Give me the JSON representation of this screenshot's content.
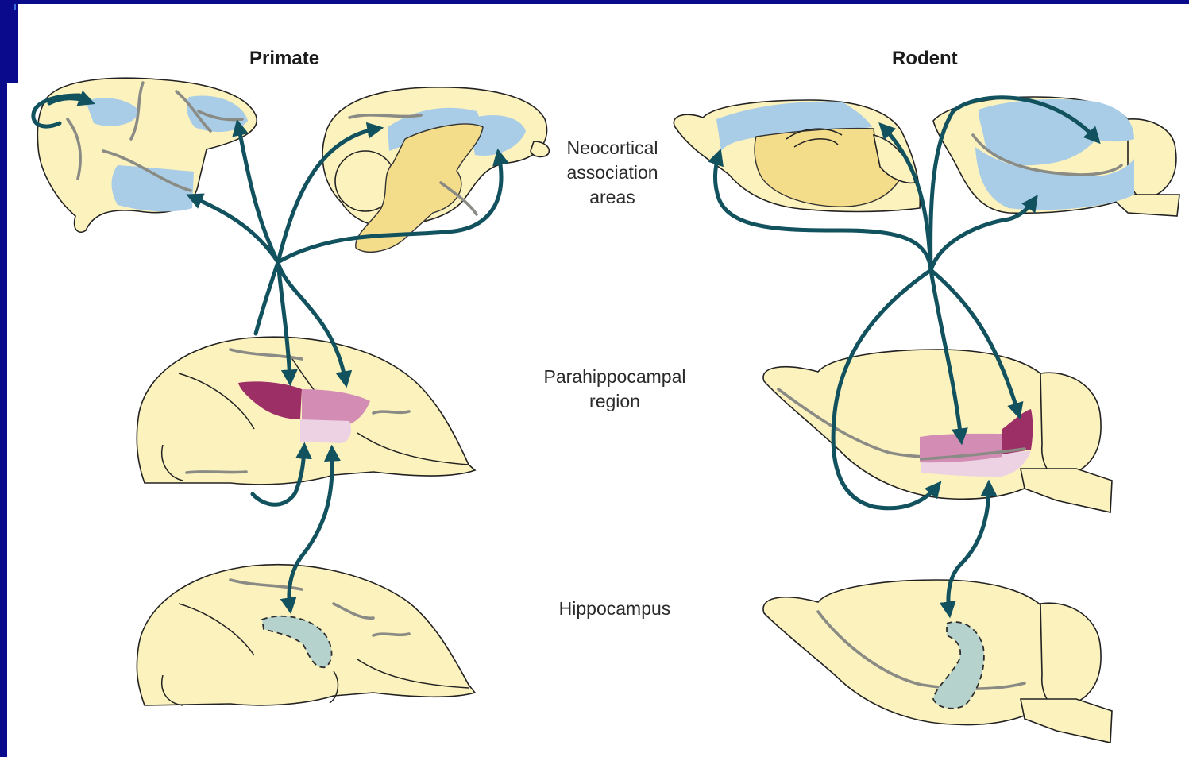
{
  "headings": {
    "primate": "Primate",
    "rodent": "Rodent"
  },
  "labels": {
    "neocortical": "Neocortical\nassociation\nareas",
    "parahippocampal": "Parahippocampal\nregion",
    "hippocampus": "Hippocampus"
  },
  "colors": {
    "frame": "#0a0a8c",
    "brain_fill": "#fcf2be",
    "association_area": "#a9cde6",
    "arrow": "#11525e",
    "perirhinal_dark": "#9b2f66",
    "parahippocampal_mid": "#d38db4",
    "entorhinal_light": "#ecd2e2",
    "hippocampus_fill": "#b5d3cc"
  }
}
